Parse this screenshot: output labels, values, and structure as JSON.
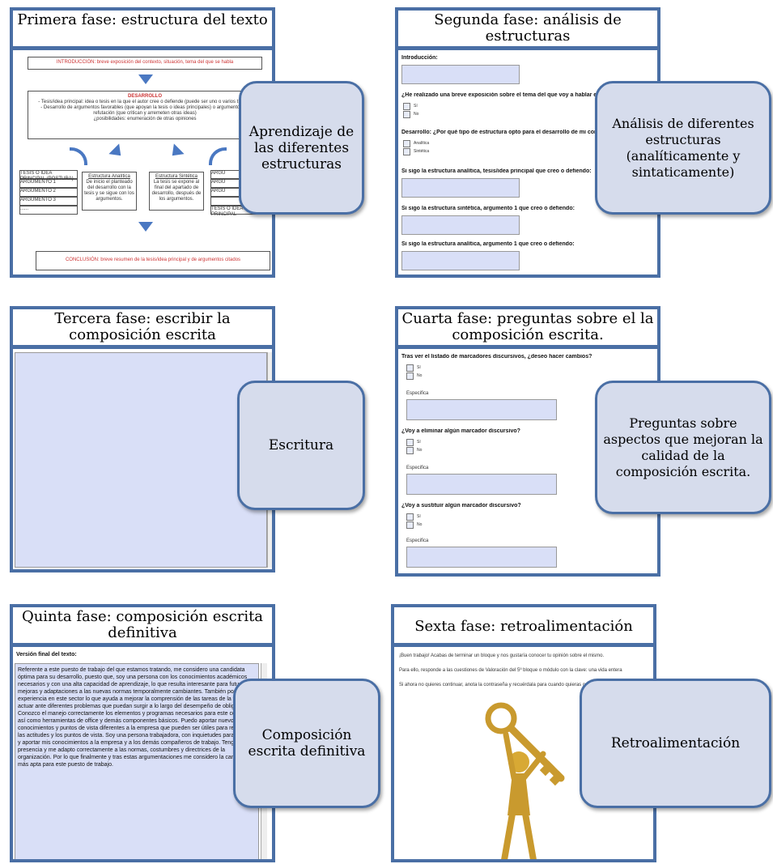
{
  "phases": [
    {
      "title": "Primera fase: estructura del texto",
      "callout": "Aprendizaje de las diferentes estructuras"
    },
    {
      "title": "Segunda fase: análisis de estructuras",
      "callout": "Análisis de diferentes estructuras (analíticamente y sintaticamente)"
    },
    {
      "title": "Tercera fase: escribir la composición escrita",
      "callout": "Escritura"
    },
    {
      "title": "Cuarta fase: preguntas sobre el la composición escrita.",
      "callout": "Preguntas sobre aspectos que mejoran la calidad de la composición escrita."
    },
    {
      "title": "Quinta fase: composición escrita definitiva",
      "callout": "Composición escrita definitiva"
    },
    {
      "title": "Sexta fase: retroalimentación",
      "callout": "Retroalimentación"
    }
  ],
  "phase1": {
    "intro": "INTRODUCCIÓN: breve exposición del contexto, situación, tema del que se habla",
    "desarrollo": "DESARROLLO",
    "dev_lines": [
      "- Tesis/idea principal: idea o tesis en la que el autor cree o defiende (puede ser uno o varios títulos)",
      "- Desarrollo de argumentos favorables (que apoyan la tesis o ideas principales) o argumentos de refutación (que critican y arremeten otras ideas)",
      "¿posibilidades: enumeración de otras opiniones"
    ],
    "left_list": [
      "TESIS O IDEA PRINCIPAL (POSTURA)",
      "ARGUMENTO 1",
      "ARGUMENTO 2",
      "ARGUMENTO 3",
      "......"
    ],
    "center_left": "Estructura Analítica",
    "center_left_text": "De inicio el planteado del desarrollo con la tesis y se sigue con los argumentos.",
    "center_right": "Estructura Sintética",
    "center_right_text": "La tesis se expone al final del apartado de desarrollo, después de los argumentos.",
    "right_list": [
      "ARGU",
      "ARGU",
      "ARGU",
      "",
      "TESIS O IDEA PRINCIPAL"
    ],
    "conclusion": "CONCLUSIÓN: breve resumen de la tesis/idea principal y de argumentos citados"
  },
  "phase2": {
    "q_intro": "Introducción:",
    "q1": "¿He realizado una breve exposición sobre el tema del que voy a hablar en mi escrito?",
    "si": "Sí",
    "no": "No",
    "q2": "Desarrollo: ¿Por qué tipo de estructura opto para el desarrollo de mi composición?",
    "analitica": "Analítica",
    "sintetica": "Sintética",
    "q3": "Si sigo la estructura analítica, tesis/idea principal que creo o defiendo:",
    "q4": "Si sigo la estructura sintética, argumento 1 que creo o defiendo:",
    "q5": "Si sigo la estructura analítica, argumento 1 que creo o defiendo:"
  },
  "phase4": {
    "q1": "Tras ver el listado de marcadores discursivos, ¿deseo hacer cambios?",
    "q2": "¿Voy a eliminar algún marcador discursivo?",
    "q3": "¿Voy a sustituir algún marcador discursivo?",
    "si": "Sí",
    "no": "No",
    "especifica": "Especifica"
  },
  "phase5": {
    "label": "Versión final del texto:",
    "text": "Referente a este puesto de trabajo del que estamos tratando, me considero una candidata óptima para su desarrollo, puesto que, soy una persona con los conocimientos académicos necesarios y con una alta capacidad de aprendizaje, lo que resulta interesante para futuras mejoras y adaptaciones a las nuevas normas temporalmente cambiantes. También poseo experiencia en este sector lo que ayuda a mejorar la comprensión de las tareas de la forma de actuar ante diferentes problemas que puedan surgir a lo largo del desempeño de obligaciones. Conozco el manejo correctamente los elementos y programas necesarios para este cometido así como herramientas de office y demás componentes básicos. Puedo aportar nuevos conocimientos y puntos de vista diferentes a la empresa que pueden ser útiles para renovar las actitudes y los puntos de vista. Soy una persona trabajadora, con inquietudes para mejorar y aportar mis conocimientos a la empresa y a los demás compañeros de trabajo. Tengo buena presencia y me adapto correctamente a las normas, costumbres y directrices de la organización. Por lo que finalmente y tras estas argumentaciones me considero la candidata más apta para este puesto de trabajo."
  },
  "phase6": {
    "lines": [
      "¡Buen trabajo! Acabas de terminar un bloque y nos gustaría conocer tu opinión sobre el mismo.",
      "Para ello, responde a las cuestiones de Valoración del 5º bloque o módulo con la clave: una vida entera",
      "Si ahora no quieres continuar, anota la contraseña y recuérdala para cuando quieras continuar."
    ]
  },
  "colors": {
    "border": "#4a6fa5",
    "callout_fill": "#d6dcec",
    "field_fill": "#d9dff7",
    "arrow": "#4a78c2",
    "key_gold": "#c99a2e"
  }
}
